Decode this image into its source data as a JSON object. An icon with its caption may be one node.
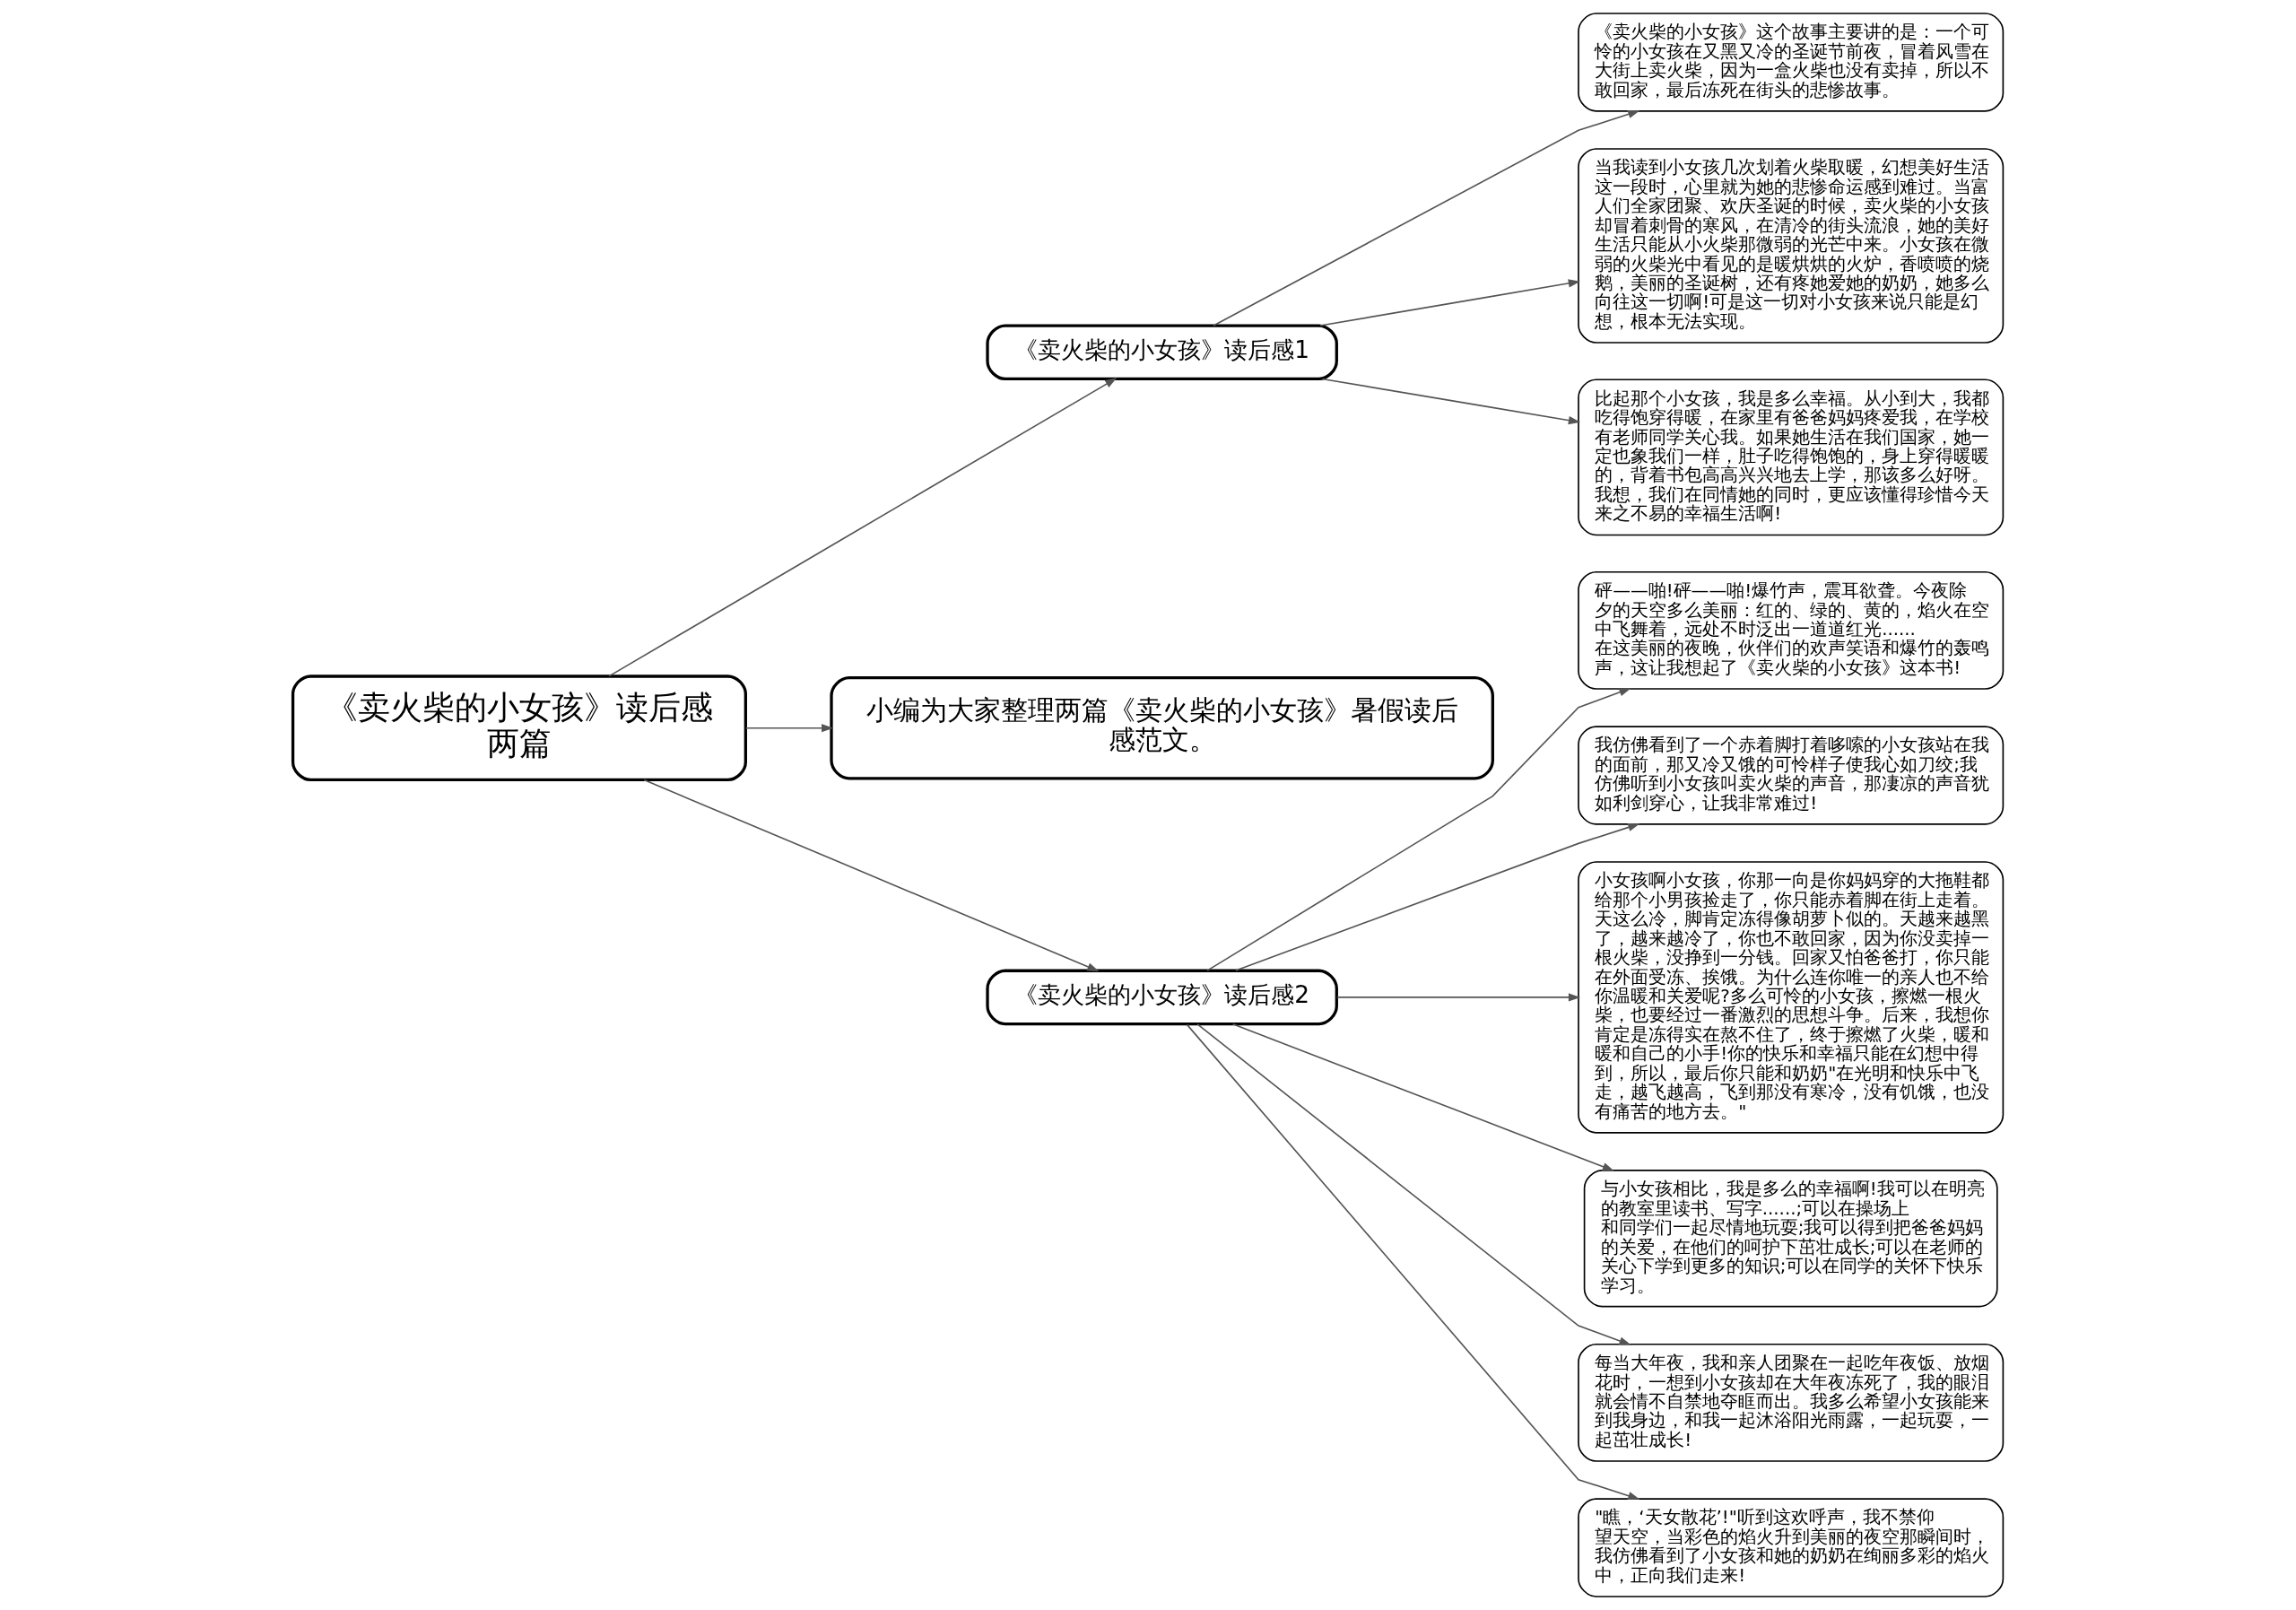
{
  "diagram": {
    "nodes": [
      {
        "text": [
          "《卖火柴的小女孩》读后感两篇"
        ]
      },
      {
        "text": [
          "《卖火柴的小女孩》读后感1"
        ]
      },
      {
        "text": [
          "《卖火柴的小女孩》这个故事主要讲的是：一个可怜的小女孩在又黑又冷的圣诞节前夜，冒着风雪在大街上卖火柴，因为一盒火柴也没有卖掉，所以不敢回家，最后冻死在街头的悲惨故事。"
        ]
      },
      {
        "text": [
          "当我读到小女孩几次划着火柴取暖，幻想美好生活这一段时，心里就为她的悲惨命运感到难过。当富人们全家团聚、欢庆圣诞的时候，卖火柴的小女孩却冒着刺骨的寒风，在清冷的街头流浪，她的美好生活只能从小火柴那微弱的光芒中来。小女孩在微弱的火柴光中看见的是暖烘烘的火炉，香喷喷的烧鹅，美丽的圣诞树，还有疼她爱她的奶奶，她多么向往这一切啊!可是这一切对小女孩来说只能是幻想，根本无法实现。"
        ]
      },
      {
        "text": [
          "比起那个小女孩，我是多么幸福。从小到大，我都吃得饱穿得暖，在家里有爸爸妈妈疼爱我，在学校有老师同学关心我。如果她生活在我们国家，她一定也象我们一样，肚子吃得饱饱的，身上穿得暖暖的，背着书包高高兴兴地去上学，那该多么好呀。我想，我们在同情她的同时，更应该懂得珍惜今天来之不易的幸福生活啊!"
        ]
      },
      {
        "text": [
          "小编为大家整理两篇《卖火柴的小女孩》暑假读后感范文。"
        ]
      },
      {
        "text": [
          "《卖火柴的小女孩》读后感2"
        ]
      },
      {
        "text": [
          "砰——啪!砰——啪!爆竹声，震耳欲聋。今夜除夕的天空多么美丽：红的、绿的、黄的，焰火在空中飞舞着，远处不时泛出一道道红光......在这美丽的夜晚，伙伴们的欢声笑语和爆竹的轰鸣声，这让我想起了《卖火柴的小女孩》这本书!"
        ]
      },
      {
        "text": [
          "我仿佛看到了一个赤着脚打着哆嗦的小女孩站在我的面前，那又冷又饿的可怜样子使我心如刀绞;我仿佛听到小女孩叫卖火柴的声音，那凄凉的声音犹如利剑穿心，让我非常难过!"
        ]
      },
      {
        "text": [
          "小女孩啊小女孩，你那一向是你妈妈穿的大拖鞋都给那个小男孩捡走了，你只能赤着脚在街上走着。天这么冷，脚肯定冻得像胡萝卜似的。天越来越黑了，越来越冷了，你也不敢回家，因为你没卖掉一根火柴，没挣到一分钱。回家又怕爸爸打，你只能在外面受冻、挨饿。为什么连你唯一的亲人也不给你温暖和关爱呢?多么可怜的小女孩，擦燃一根火柴，也要经过一番激烈的思想斗争。后来，我想你肯定是冻得实在熬不住了，终于擦燃了火柴，暖和暖和自己的小手!你的快乐和幸福只能在幻想中得到，所以，最后你只能和奶奶\"在光明和快乐中飞走，越飞越高，飞到那没有寒冷，没有饥饿，也没有痛苦的地方去。\""
        ]
      },
      {
        "text": [
          "与小女孩相比，我是多么的幸福啊!我可以在明亮的教室里读书、写字......;可以在操场上和同学们一起尽情地玩耍;我可以得到把爸爸妈妈的关爱，在他们的呵护下茁壮成长;可以在老师的关心下学到更多的知识;可以在同学的关怀下快乐学习。"
        ]
      },
      {
        "text": [
          "每当大年夜，我和亲人团聚在一起吃年夜饭、放烟花时，一想到小女孩却在大年夜冻死了，我的眼泪就会情不自禁地夺眶而出。我多么希望小女孩能来到我身边，和我一起沐浴阳光雨露，一起玩耍，一起茁壮成长!"
        ]
      },
      {
        "text": [
          "\"瞧，‘天女散花’!\"听到这欢呼声，我不禁仰望天空，当彩色的焰火升到美丽的夜空那瞬间时，我仿佛看到了小女孩和她的奶奶在绚丽多彩的焰火中，正向我们走来!"
        ]
      }
    ],
    "edges": [
      {
        "from": 0,
        "to": 1,
        "arrow": "to"
      },
      {
        "from": 1,
        "to": 2,
        "arrow": "to"
      },
      {
        "from": 1,
        "to": 3,
        "arrow": "to"
      },
      {
        "from": 1,
        "to": 4,
        "arrow": "to"
      },
      {
        "from": 0,
        "to": 5,
        "arrow": "to"
      },
      {
        "from": 0,
        "to": 6,
        "arrow": "to"
      },
      {
        "from": 6,
        "to": 7,
        "arrow": "to"
      },
      {
        "from": 6,
        "to": 8,
        "arrow": "to"
      },
      {
        "from": 6,
        "to": 9,
        "arrow": "to"
      },
      {
        "from": 6,
        "to": 10,
        "arrow": "to"
      },
      {
        "from": 6,
        "to": 11,
        "arrow": "to"
      },
      {
        "from": 6,
        "to": 12,
        "arrow": "to"
      }
    ]
  }
}
